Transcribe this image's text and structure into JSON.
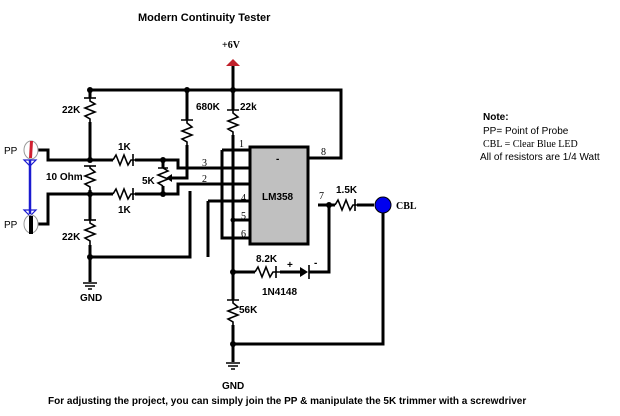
{
  "title": "Modern Continuity Tester",
  "supply": {
    "label": "+6V",
    "color": "#c0202a"
  },
  "ground_labels": [
    "GND",
    "GND"
  ],
  "probes": {
    "label_top": "PP",
    "label_bottom": "PP",
    "top_color": "#d02030",
    "link_color": "#1a1ad0"
  },
  "components": {
    "r_top_22k": "22K",
    "r_10ohm": "10 Ohm",
    "r_bottom_22k": "22K",
    "r_1k_top": "1K",
    "r_1k_bottom": "1K",
    "trimmer_5k": "5K",
    "r_680k": "680K",
    "r_22k_supply": "22k",
    "ic": "LM358",
    "r_1_5k": "1.5K",
    "led": "CBL",
    "r_8_2k": "8.2K",
    "diode": "1N4148",
    "diode_plus": "+",
    "diode_minus": "-",
    "r_56k": "56K",
    "ic_dot": "-"
  },
  "pins": [
    "1",
    "2",
    "3",
    "4",
    "5",
    "6",
    "7",
    "8"
  ],
  "colors": {
    "ic_fill": "#c0c0c0",
    "led_fill": "#0000ee"
  },
  "notes": {
    "heading": "Note:",
    "lines": [
      "PP= Point of Probe",
      "CBL =  Clear Blue LED",
      "All of resistors are 1/4 Watt"
    ]
  },
  "footer": "For adjusting the project, you can simply join the PP & manipulate the 5K trimmer with a screwdriver"
}
